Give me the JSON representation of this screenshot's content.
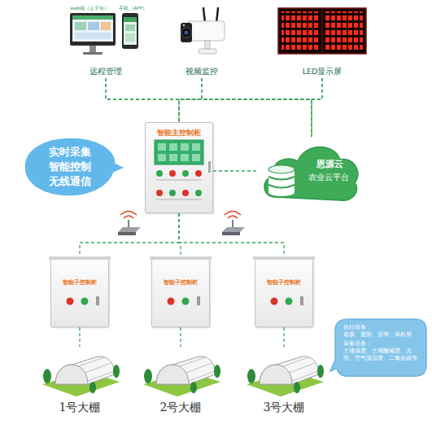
{
  "diagram": {
    "nodes": [
      {
        "text": [
          "web端（云平台）",
          "手机（APP）",
          "远程管理"
        ]
      },
      {
        "text": [
          "视频监控"
        ]
      },
      {
        "text": [
          "LED显示屏"
        ]
      },
      {
        "text": [
          "实时采集 智能控制 无线通信"
        ]
      },
      {
        "text": [
          "智能主控制柜"
        ]
      },
      {
        "text": [
          "恩源云",
          "农业云平台"
        ]
      },
      {
        "text": [
          "智能子控制柜"
        ]
      },
      {
        "text": [
          "智能子控制柜"
        ]
      },
      {
        "text": [
          "智能子控制柜"
        ]
      },
      {
        "text": [
          "执行设备：",
          "卷膜、遮阳、湿帘、风机等",
          "采集设备：",
          "土壤温度、土壤酸碱度、光照、空气温湿度、二氧化碳等"
        ]
      },
      {
        "text": [
          "1号大棚"
        ]
      },
      {
        "text": [
          "2号大棚"
        ]
      },
      {
        "text": [
          "3号大棚"
        ]
      }
    ],
    "edges": [
      {
        "from": 0,
        "to": 4,
        "arrow": "none"
      },
      {
        "from": 1,
        "to": 4,
        "arrow": "none"
      },
      {
        "from": 2,
        "to": 4,
        "arrow": "none"
      },
      {
        "from": 4,
        "to": 5,
        "arrow": "none"
      },
      {
        "from": 0,
        "to": 5,
        "arrow": "none"
      },
      {
        "from": 1,
        "to": 5,
        "arrow": "none"
      },
      {
        "from": 2,
        "to": 5,
        "arrow": "none"
      },
      {
        "from": 4,
        "to": 6,
        "arrow": "none"
      },
      {
        "from": 4,
        "to": 7,
        "arrow": "none"
      },
      {
        "from": 4,
        "to": 8,
        "arrow": "none"
      },
      {
        "from": 6,
        "to": 10,
        "arrow": "none"
      },
      {
        "from": 7,
        "to": 11,
        "arrow": "none"
      },
      {
        "from": 8,
        "to": 12,
        "arrow": "none"
      }
    ]
  }
}
